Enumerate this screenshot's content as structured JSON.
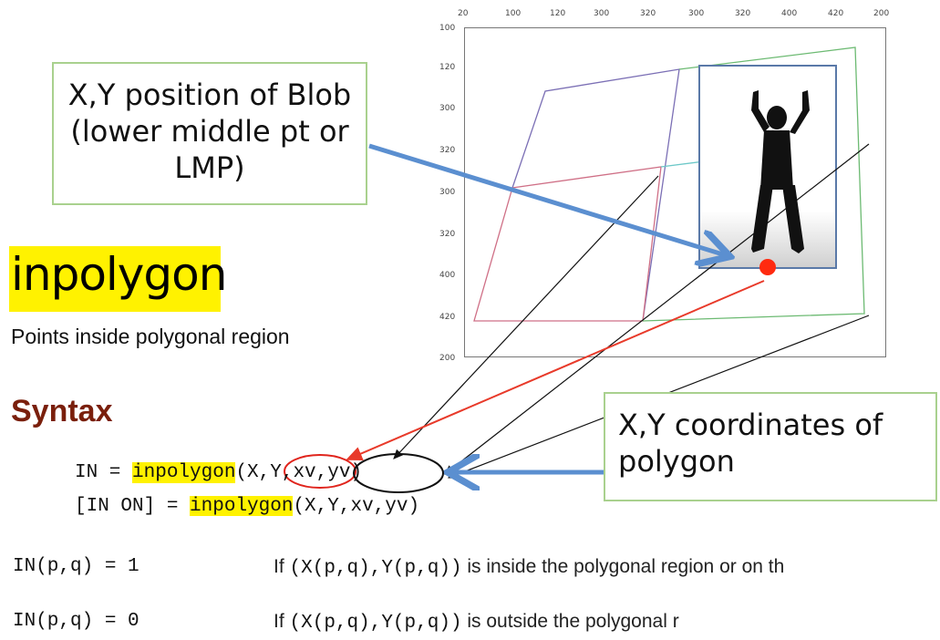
{
  "callouts": {
    "blob_lines": [
      "X,Y position of Blob",
      "(lower middle pt or",
      "LMP)"
    ],
    "poly_lines": [
      "X,Y coordinates of",
      "polygon"
    ]
  },
  "doc": {
    "title": "inpolygon",
    "subtitle": "Points inside polygonal region",
    "syntax_heading": "Syntax",
    "syntax": [
      {
        "pre": "IN = ",
        "fn": "inpolygon",
        "args": "(X,Y,xv,yv)"
      },
      {
        "pre": "[IN ON] = ",
        "fn": "inpolygon",
        "args": "(X,Y,xv,yv)"
      }
    ],
    "rows": [
      {
        "code": "IN(p,q) = 1",
        "if": "If ",
        "expr": "(X(p,q),Y(p,q))",
        "desc": " is inside the polygonal region or on th"
      },
      {
        "code": "IN(p,q) = 0",
        "if": "If ",
        "expr": "(X(p,q),Y(p,q))",
        "desc": " is outside the polygonal r"
      }
    ]
  },
  "plot": {
    "x_ticks": [
      "20",
      "100",
      "120",
      "300",
      "320",
      "300",
      "320",
      "400",
      "420",
      "200"
    ],
    "y_ticks": [
      "100",
      "120",
      "300",
      "320",
      "300",
      "320",
      "400",
      "420",
      "200"
    ]
  },
  "colors": {
    "callout_border": "#a9d18e",
    "highlight": "#fff200",
    "blue_arrow": "#5b8fd0",
    "red_arrow": "#e83a2a",
    "red_dot": "#ff2a10",
    "syntax_heading": "#7a1f0c"
  }
}
